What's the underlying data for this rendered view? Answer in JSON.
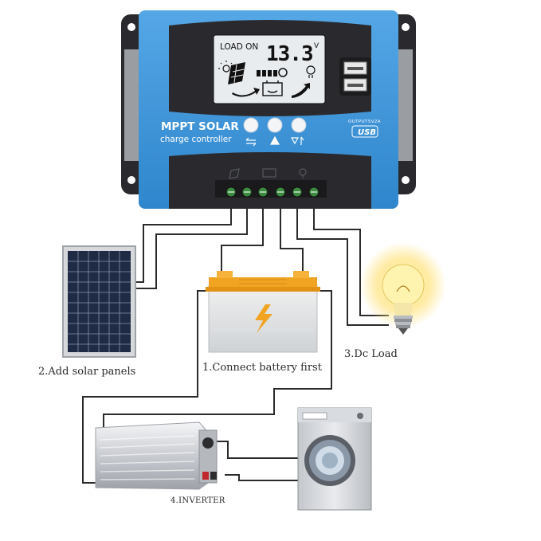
{
  "controller": {
    "lcd_status": "LOAD ON",
    "lcd_voltage": "13.3",
    "lcd_unit": "V",
    "brand_title": "MPPT SOLAR",
    "brand_subtitle": "charge controller",
    "usb_caption": "OUTPUT5V2A",
    "usb_label": "USB"
  },
  "labels": {
    "solar": "2.Add solar panels",
    "battery": "1.Connect battery first",
    "load": "3.Dc Load",
    "inverter": "4.INVERTER"
  },
  "colors": {
    "controller_blue": "#3d93d6",
    "controller_dark": "#2a2a2e",
    "lcd_bg": "#e9ecef",
    "battery_orange": "#f1a422",
    "bulb_glow": "#ffe680"
  }
}
